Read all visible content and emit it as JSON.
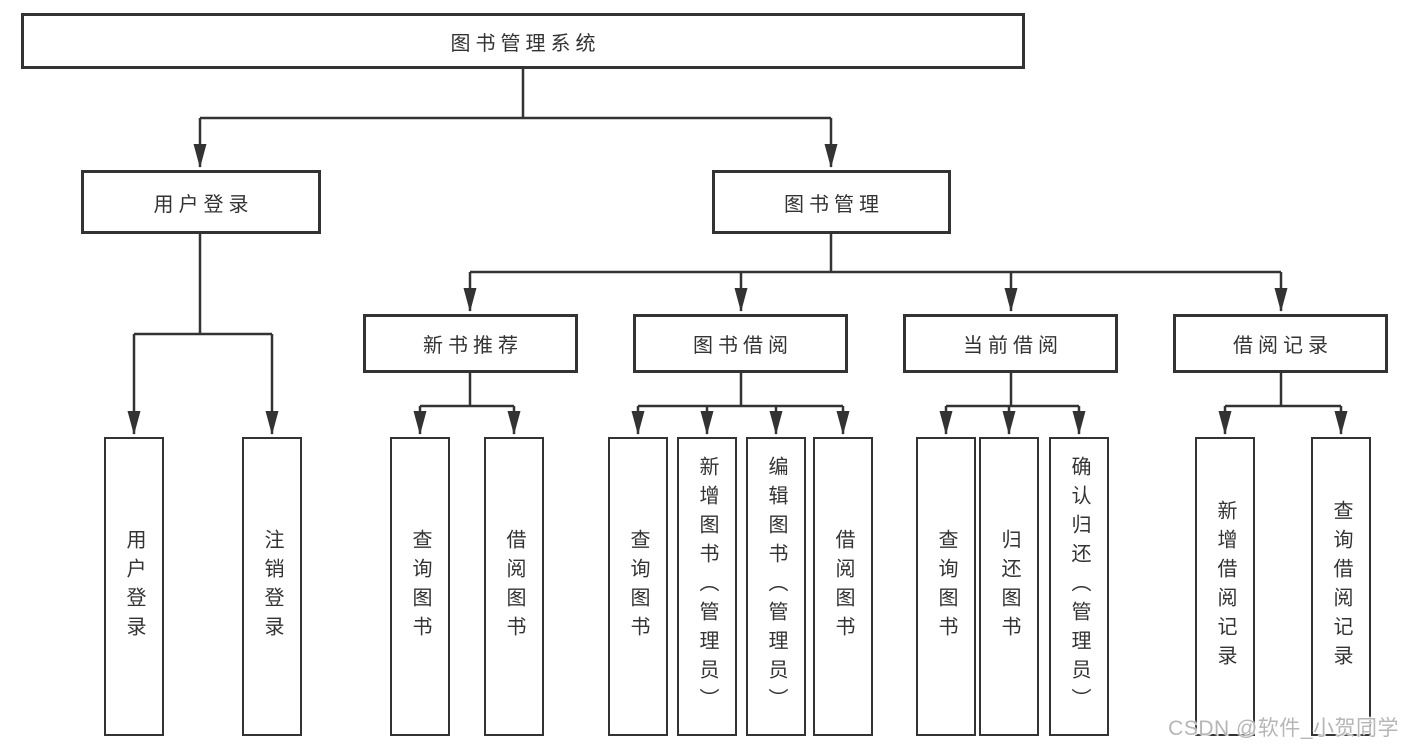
{
  "colors": {
    "line": "#333333",
    "box_fill": "#ffffff",
    "text": "#333333",
    "watermark": "#b6b6b6"
  },
  "tree": {
    "root": {
      "label": "图书管理系统"
    },
    "branches": [
      {
        "label": "用户登录",
        "children": [
          "用户登录",
          "注销登录"
        ]
      },
      {
        "label": "图书管理",
        "groups": [
          {
            "label": "新书推荐",
            "children": [
              "查询图书",
              "借阅图书"
            ]
          },
          {
            "label": "图书借阅",
            "children": [
              "查询图书",
              "新增图书（管理员）",
              "编辑图书（管理员）",
              "借阅图书"
            ]
          },
          {
            "label": "当前借阅",
            "children": [
              "查询图书",
              "归还图书",
              "确认归还（管理员）"
            ]
          },
          {
            "label": "借阅记录",
            "children": [
              "新增借阅记录",
              "查询借阅记录"
            ]
          }
        ]
      }
    ]
  },
  "watermark": {
    "text": "CSDN @软件_小贺同学"
  }
}
